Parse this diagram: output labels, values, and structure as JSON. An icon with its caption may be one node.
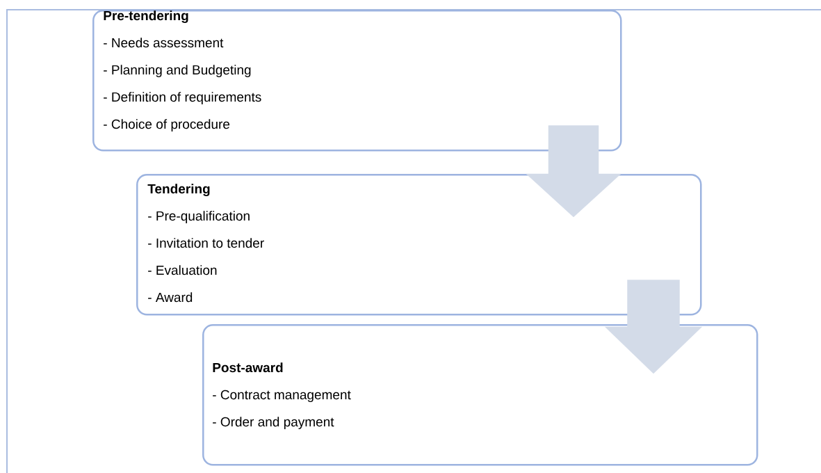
{
  "diagram": {
    "nodes": [
      {
        "text": [
          "Pre-tendering",
          "- Needs assessment",
          "- Planning and Budgeting",
          "- Definition of requirements",
          "- Choice of procedure"
        ]
      },
      {
        "text": [
          "Tendering",
          "- Pre-qualification",
          "- Invitation to tender",
          "- Evaluation",
          "- Award"
        ]
      },
      {
        "text": [
          "Post-award",
          "- Contract management",
          "- Order and payment"
        ]
      }
    ],
    "edges": [
      {
        "from": 0,
        "to": 1,
        "arrow": "to"
      },
      {
        "from": 1,
        "to": 2,
        "arrow": "to"
      }
    ]
  }
}
